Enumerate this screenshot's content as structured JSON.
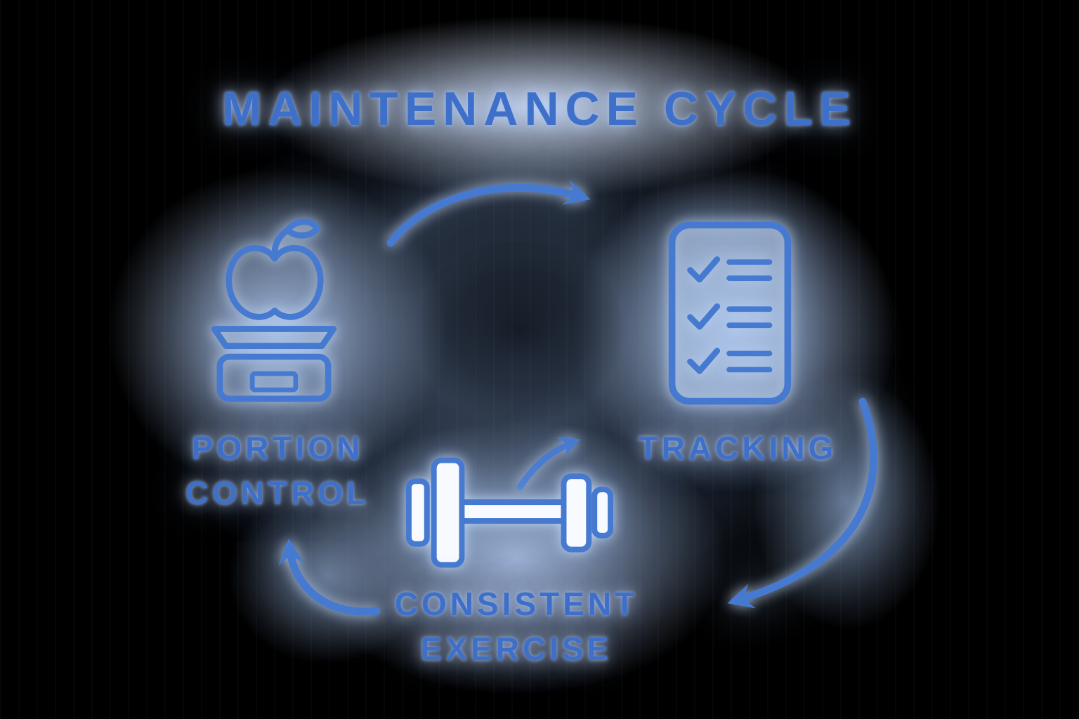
{
  "diagram": {
    "title": "MAINTENANCE CYCLE",
    "nodes": [
      {
        "id": "portion-control",
        "label": "PORTION CONTROL",
        "label_lines": [
          "PORTION",
          "CONTROL"
        ],
        "icon": "apple-on-food-scale-icon",
        "position": "left"
      },
      {
        "id": "tracking",
        "label": "TRACKING",
        "label_lines": [
          "TRACKING"
        ],
        "icon": "checklist-icon",
        "position": "right"
      },
      {
        "id": "consistent-exercise",
        "label": "CONSISTENT EXERCISE",
        "label_lines": [
          "CONSISTENT",
          "EXERCISE"
        ],
        "icon": "dumbbell-icon",
        "position": "bottom-center"
      }
    ],
    "arrows": [
      {
        "from": "portion-control",
        "to": "tracking",
        "path": "top-curve"
      },
      {
        "from": "tracking",
        "to": "consistent-exercise",
        "path": "right-curve"
      },
      {
        "from": "consistent-exercise",
        "to": "portion-control",
        "path": "bottom-left-curve"
      },
      {
        "from": "consistent-exercise",
        "to": "tracking",
        "path": "small-inner-curve"
      }
    ],
    "colors": {
      "background": "#000000",
      "line_blue": "#4679d0",
      "text_blue": "#3e70ca",
      "glow_blue": "#c9d9f5",
      "dumbbell_fill": "#f7faff"
    }
  }
}
